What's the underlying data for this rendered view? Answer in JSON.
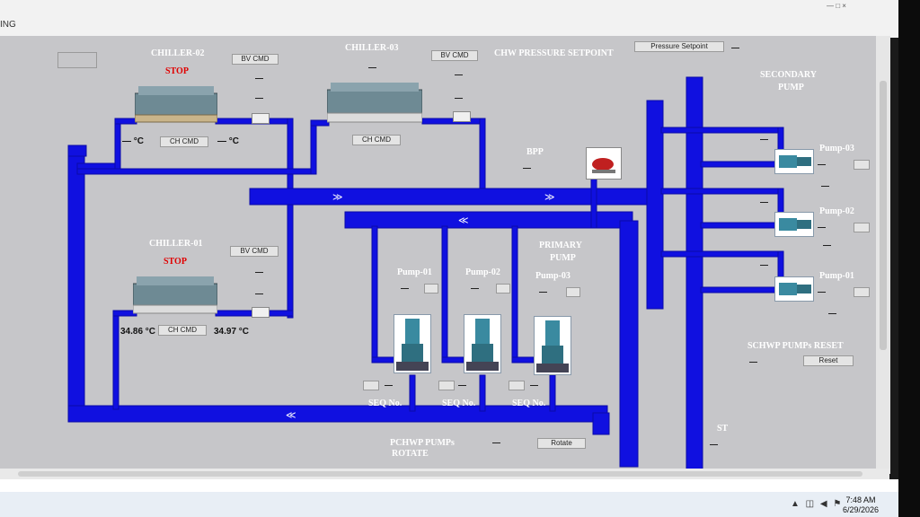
{
  "window": {
    "title": "ING",
    "controls": "— □ ×"
  },
  "chillers": {
    "c02": {
      "title": "CHILLER-02",
      "status": "STOP",
      "bv_cmd": "BV CMD",
      "ch_cmd": "CH CMD",
      "temp_in": "— °C",
      "temp_out": "— °C"
    },
    "c03": {
      "title": "CHILLER-03",
      "bv_cmd": "BV CMD",
      "ch_cmd": "CH CMD"
    },
    "c01": {
      "title": "CHILLER-01",
      "status": "STOP",
      "bv_cmd": "BV CMD",
      "ch_cmd": "CH CMD",
      "temp_in": "34.86 °C",
      "temp_out": "34.97 °C"
    }
  },
  "setpoint": {
    "title": "CHW PRESSURE SETPOINT",
    "button": "Pressure Setpoint",
    "value": "—"
  },
  "secondary": {
    "title_line1": "SECONDARY",
    "title_line2": "PUMP",
    "pumps": [
      "Pump-03",
      "Pump-02",
      "Pump-01"
    ],
    "reset_title": "SCHWP PUMPs RESET",
    "reset_button": "Reset"
  },
  "primary": {
    "title_line1": "PRIMARY",
    "title_line2": "PUMP",
    "pumps": [
      "Pump-01",
      "Pump-02",
      "Pump-03"
    ],
    "seq_label": "SEQ No.",
    "rotate_title_line1": "PCHWP PUMPs",
    "rotate_title_line2": "ROTATE",
    "rotate_button": "Rotate"
  },
  "bpp": {
    "label": "BPP",
    "value": "—"
  },
  "st": {
    "label": "ST",
    "value": "—"
  },
  "placeholder": "—",
  "taskbar": {
    "time": "7:48 AM",
    "date": "6/29/2026"
  },
  "colors": {
    "pipe": "#1010e0",
    "canvas": "#c6c6c9",
    "stop": "#e00000"
  }
}
